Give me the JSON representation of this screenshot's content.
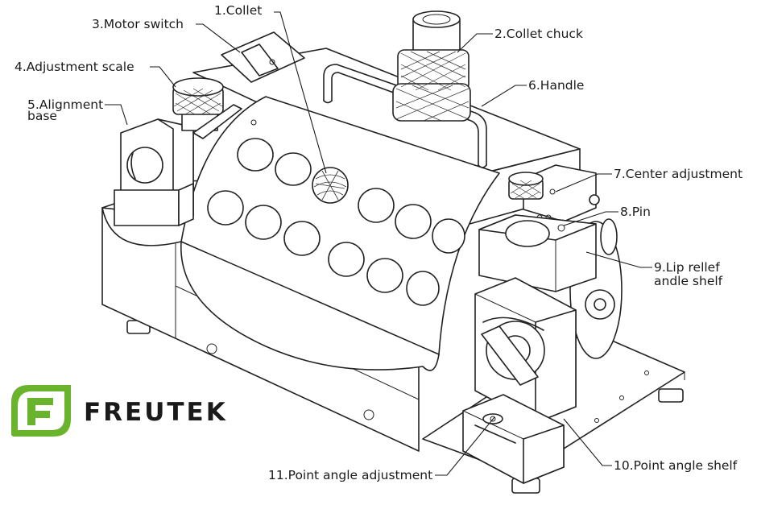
{
  "callouts": [
    {
      "id": "collet",
      "text": "1.Collet"
    },
    {
      "id": "collet-chuck",
      "text": "2.Collet chuck"
    },
    {
      "id": "motor-switch",
      "text": "3.Motor switch"
    },
    {
      "id": "adjustment-scale",
      "text": "4.Adjustment scale"
    },
    {
      "id": "alignment-base",
      "lines": [
        "5.Alignment",
        "base"
      ]
    },
    {
      "id": "handle",
      "text": "6.Handle"
    },
    {
      "id": "center-adjustment",
      "text": "7.Center adjustment"
    },
    {
      "id": "pin",
      "text": "8.Pin"
    },
    {
      "id": "lip-relief",
      "lines": [
        "9.Lip rellef",
        "andle shelf"
      ]
    },
    {
      "id": "point-angle-shelf",
      "text": "10.Point angle shelf"
    },
    {
      "id": "point-angle-adjustment",
      "text": "11.Point angle adjustment"
    }
  ],
  "brand": {
    "name": "FREUTEK",
    "logo_letter": "F",
    "color": "#6ab42d"
  }
}
